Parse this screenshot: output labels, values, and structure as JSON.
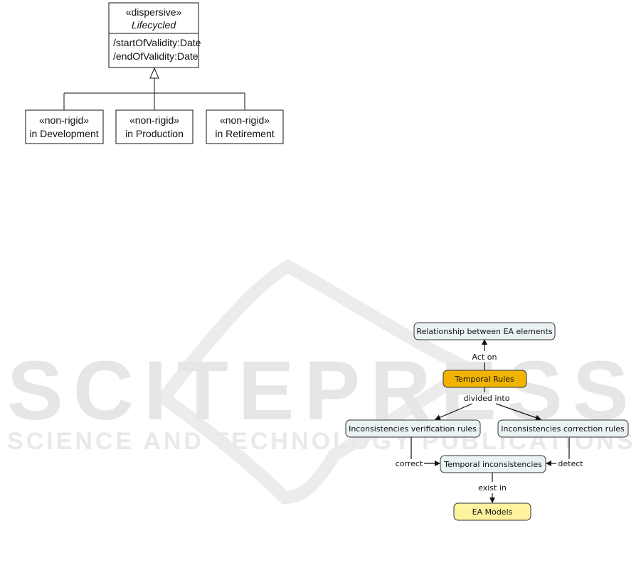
{
  "watermark": {
    "big": "SCITEPRESS",
    "small": "SCIENCE AND TECHNOLOGY PUBLICATIONS"
  },
  "uml": {
    "parent": {
      "stereotype": "«dispersive»",
      "name": "Lifecycled",
      "attributes": [
        "/startOfValidity:Date",
        "/endOfValidity:Date"
      ]
    },
    "children": [
      {
        "stereotype": "«non-rigid»",
        "name": "in Development"
      },
      {
        "stereotype": "«non-rigid»",
        "name": "in Production"
      },
      {
        "stereotype": "«non-rigid»",
        "name": "in Retirement"
      }
    ]
  },
  "concept_map": {
    "nodes": {
      "relationship": "Relationship between EA elements",
      "temporal_rules": "Temporal Rules",
      "verification": "Inconsistencies verification rules",
      "correction": "Inconsistencies correction rules",
      "temporal_inconsistencies": "Temporal inconsistencies",
      "ea_models": "EA Models"
    },
    "links": {
      "act_on": "Act on",
      "divided_into": "divided into",
      "correct": "correct",
      "detect": "detect",
      "exist_in": "exist in"
    },
    "colors": {
      "node_fill": "#eaf2f4",
      "highlight_fill": "#f0b400",
      "leaf_fill": "#fff3a0"
    }
  }
}
